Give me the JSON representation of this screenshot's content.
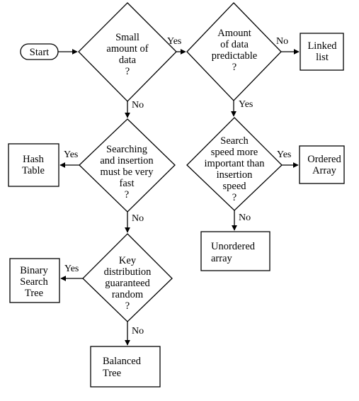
{
  "flowchart": {
    "nodes": {
      "start": {
        "lines": [
          "Start"
        ]
      },
      "small_data": {
        "lines": [
          "Small",
          "amount of",
          "data",
          "?"
        ]
      },
      "predictable": {
        "lines": [
          "Amount",
          "of data",
          "predictable",
          "?"
        ]
      },
      "linked_list": {
        "lines": [
          "Linked",
          "list"
        ]
      },
      "search_insert_fast": {
        "lines": [
          "Searching",
          "and insertion",
          "must be very",
          "fast",
          "?"
        ]
      },
      "hash_table": {
        "lines": [
          "Hash",
          "Table"
        ]
      },
      "search_speed": {
        "lines": [
          "Search",
          "speed more",
          "important than",
          "insertion",
          "speed",
          "?"
        ]
      },
      "ordered_array": {
        "lines": [
          "Ordered",
          "Array"
        ]
      },
      "unordered_array": {
        "lines": [
          "Unordered",
          "array"
        ]
      },
      "key_random": {
        "lines": [
          "Key",
          "distribution",
          "guaranteed",
          "random",
          "?"
        ]
      },
      "bst": {
        "lines": [
          "Binary",
          "Search",
          "Tree"
        ]
      },
      "balanced_tree": {
        "lines": [
          "Balanced",
          "Tree"
        ]
      }
    },
    "edge_labels": {
      "small_yes": "Yes",
      "small_no": "No",
      "predictable_no": "No",
      "predictable_yes": "Yes",
      "fast_yes": "Yes",
      "fast_no": "No",
      "speed_yes": "Yes",
      "speed_no": "No",
      "random_yes": "Yes",
      "random_no": "No"
    }
  }
}
